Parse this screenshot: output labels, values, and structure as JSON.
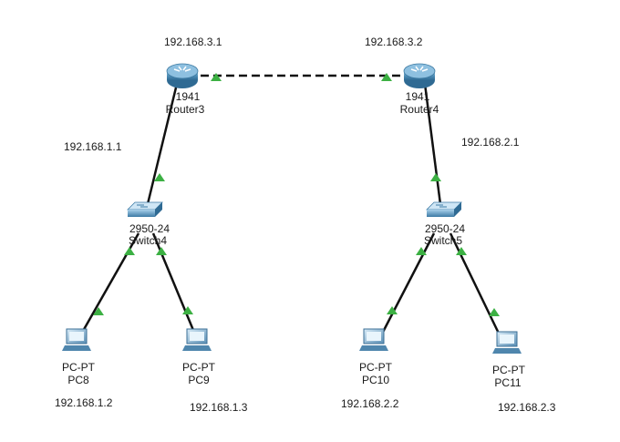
{
  "devices": {
    "router3": {
      "model": "1941",
      "name": "Router3"
    },
    "router4": {
      "model": "1941",
      "name": "Router4"
    },
    "switch4": {
      "model": "2950-24",
      "name": "Switch4"
    },
    "switch5": {
      "model": "2950-24",
      "name": "Switch5"
    },
    "pc8": {
      "model": "PC-PT",
      "name": "PC8"
    },
    "pc9": {
      "model": "PC-PT",
      "name": "PC9"
    },
    "pc10": {
      "model": "PC-PT",
      "name": "PC10"
    },
    "pc11": {
      "model": "PC-PT",
      "name": "PC11"
    }
  },
  "ip_labels": {
    "router3_serial": "192.168.3.1",
    "router4_serial": "192.168.3.2",
    "router3_lan": "192.168.1.1",
    "router4_lan": "192.168.2.1",
    "pc8": "192.168.1.2",
    "pc9": "192.168.1.3",
    "pc10": "192.168.2.2",
    "pc11": "192.168.2.3"
  },
  "colors": {
    "link": "#111111",
    "port_up": "#3cb043",
    "router_body": "#4f8fb8",
    "switch_body": "#4b8cb5",
    "pc_body": "#5a8fb5"
  },
  "icons": {
    "router": "router-icon",
    "switch": "switch-icon",
    "pc": "pc-icon"
  }
}
